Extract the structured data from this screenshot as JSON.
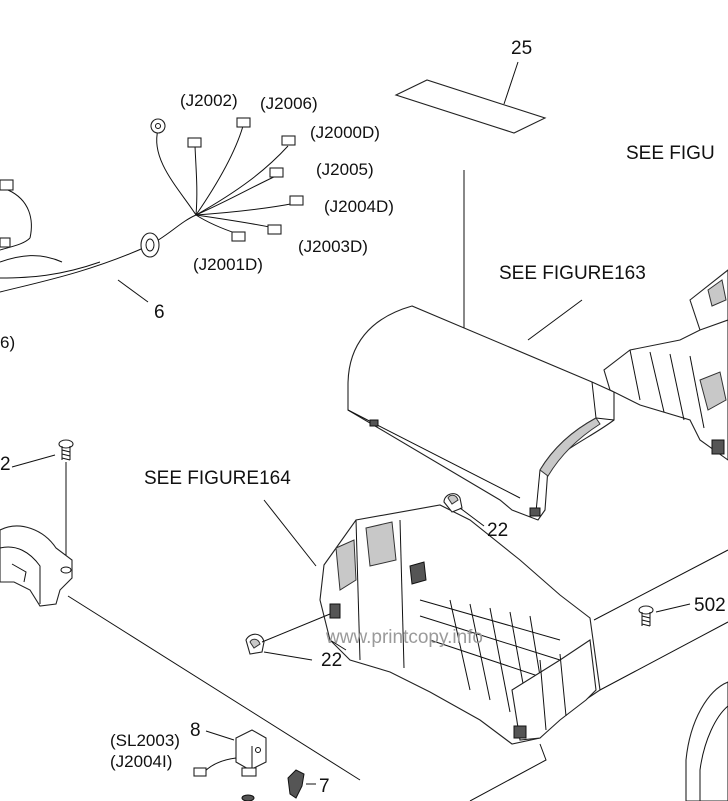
{
  "labels": {
    "callout_25": "25",
    "callout_6": "6",
    "callout_22a": "22",
    "callout_22b": "22",
    "callout_502": "502",
    "callout_2": "2",
    "callout_8": "8",
    "callout_7": "7",
    "callout_6_cut": "6)",
    "see_fig_163": "SEE FIGURE163",
    "see_fig_164": "SEE FIGURE164",
    "see_fig_cut": "SEE FIGU",
    "j2002": "(J2002)",
    "j2006": "(J2006)",
    "j2000d": "(J2000D)",
    "j2005": "(J2005)",
    "j2004d": "(J2004D)",
    "j2003d": "(J2003D)",
    "j2001d": "(J2001D)",
    "sl2003": "(SL2003)",
    "j2004i": "(J2004I)"
  },
  "watermark": "www.printcopy.info"
}
